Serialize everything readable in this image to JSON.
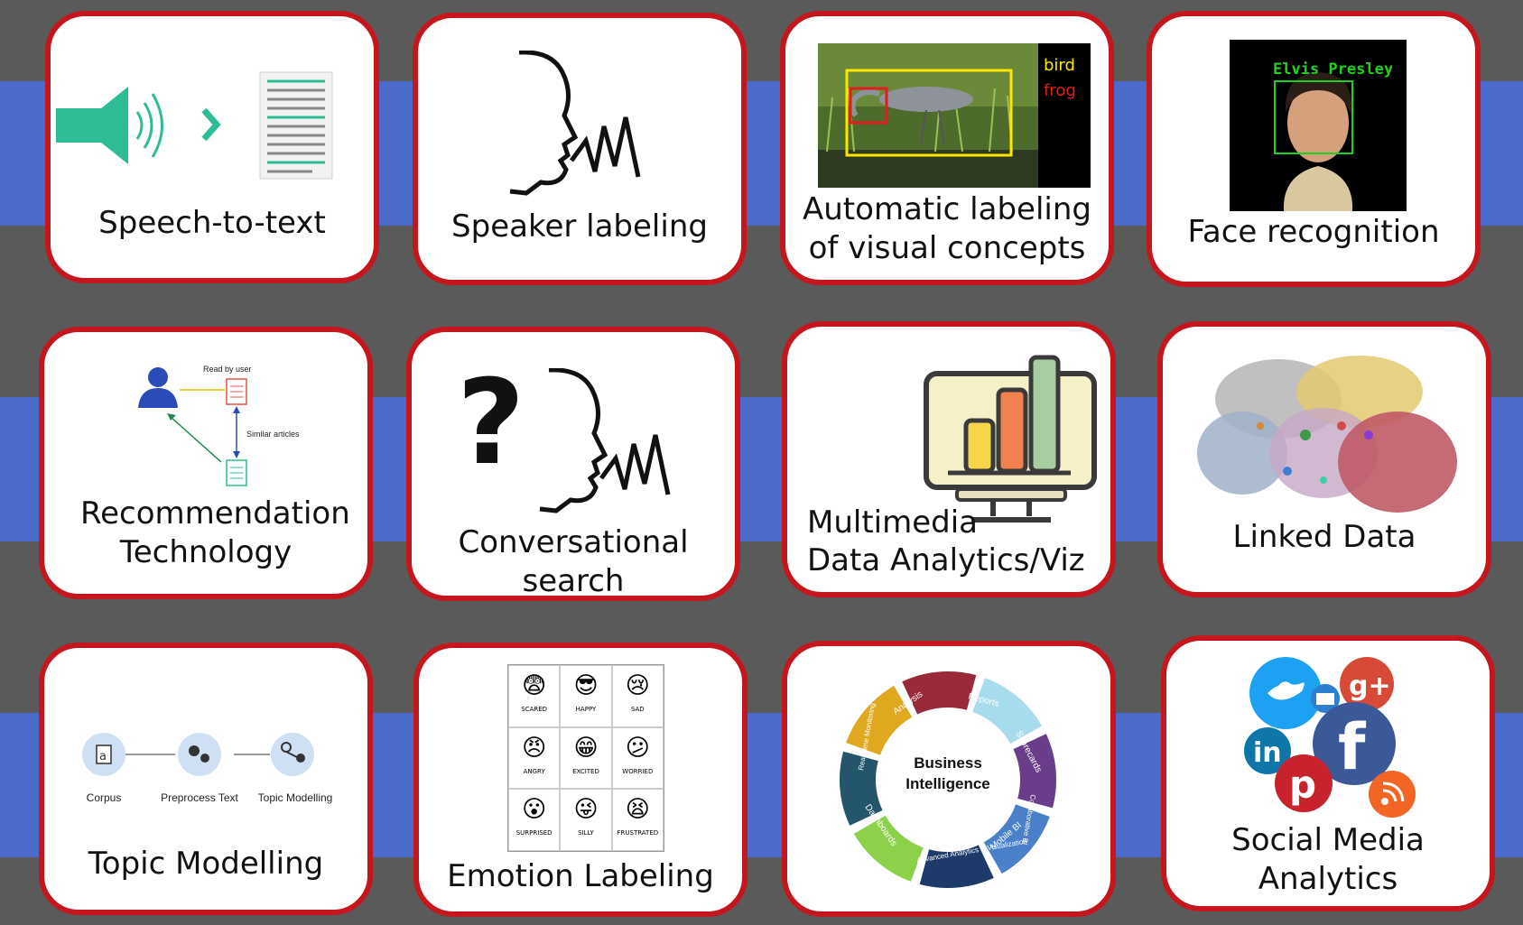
{
  "tiles": [
    {
      "label": "Speech-to-text"
    },
    {
      "label": "Speaker labeling"
    },
    {
      "label": "Automatic labeling of visual concepts",
      "tags": [
        "bird",
        "frog"
      ]
    },
    {
      "label": "Face recognition",
      "name_tag": "Elvis Presley"
    },
    {
      "label": "Recommendation Technology",
      "read_by_user": "Read by user",
      "similar_articles": "Similar articles"
    },
    {
      "label": "Conversational search"
    },
    {
      "label_line1": "Multimedia",
      "label_line2": "Data Analytics/Viz"
    },
    {
      "label": "Linked Data"
    },
    {
      "label": "Topic Modelling",
      "nodes": [
        "Corpus",
        "Preprocess Text",
        "Topic Modelling"
      ]
    },
    {
      "label": "Emotion Labeling",
      "emotions": [
        "SCARED",
        "HAPPY",
        "SAD",
        "ANGRY",
        "EXCITED",
        "WORRIED",
        "SURPRISED",
        "SILLY",
        "FRUSTRATED"
      ]
    },
    {
      "center": "Business Intelligence",
      "segments": [
        "Reports",
        "Scorecards",
        "Collaborative BI",
        "Mobile BI",
        "Advanced Analytics & Visualization",
        "Dashboards",
        "Real Time Monitoring",
        "Analysis"
      ]
    },
    {
      "label": "Social Media Analytics"
    }
  ],
  "colors": {
    "background": "#5a5a5a",
    "band": "#4a6bc9",
    "border": "#c5161d",
    "accent": "#2ebc97"
  }
}
